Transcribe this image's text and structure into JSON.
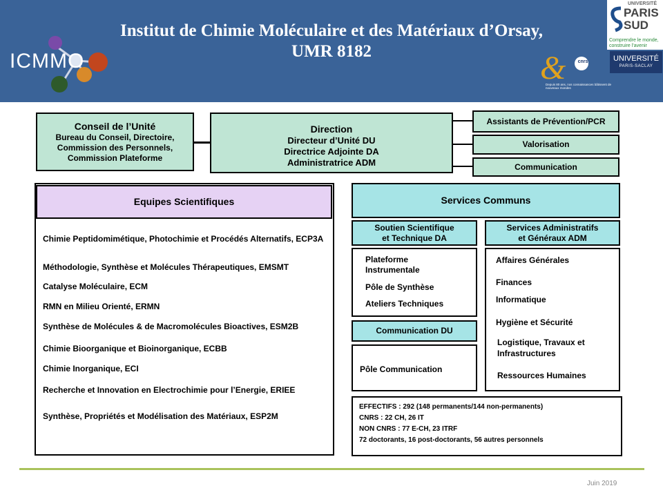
{
  "header": {
    "title_line1": "Institut de Chimie Moléculaire et des Matériaux d’Orsay,",
    "title_line2": "UMR 8182",
    "icmmo_logo_text": "ICMMO",
    "cnrs_badge": "cnrs",
    "cnrs_tagline": "Depuis 80 ans, nos connaissances bâtissent de nouveaux mondes",
    "psud": {
      "universite": "UNIVERSITÉ",
      "paris": "PARIS",
      "sud": "SUD",
      "tagline1": "Comprendre le monde,",
      "tagline2": "construire l’avenir"
    },
    "paris_saclay": {
      "line1": "UNIVERSITÉ",
      "line2": "PARIS-SACLAY"
    }
  },
  "conseil": {
    "title": "Conseil de l’Unité",
    "line1": "Bureau du Conseil, Directoire,",
    "line2": "Commission des Personnels,",
    "line3": "Commission Plateforme"
  },
  "direction": {
    "title": "Direction",
    "line1": "Directeur d’Unité DU",
    "line2": "Directrice Adjointe DA",
    "line3": "Administratrice ADM"
  },
  "side_boxes": [
    "Assistants  de Prévention/PCR",
    "Valorisation",
    "Communication"
  ],
  "equipes": {
    "title": "Equipes Scientifiques",
    "teams": [
      "Chimie Peptidomimétique, Photochimie et Procédés Alternatifs, ECP3A",
      "Méthodologie, Synthèse et Molécules Thérapeutiques, EMSMT",
      "Catalyse Moléculaire, ECM",
      "RMN en Milieu Orienté, ERMN",
      "Synthèse de Molécules & de Macromolécules Bioactives, ESM2B",
      "Chimie Bioorganique et Bioinorganique, ECBB",
      "Chimie Inorganique, ECI",
      "Recherche et Innovation en Electrochimie pour l’Energie, ERIEE",
      "Synthèse, Propriétés et Modélisation des Matériaux, ESP2M"
    ]
  },
  "services": {
    "title": "Services Communs",
    "soutien": {
      "title_line1": "Soutien Scientifique",
      "title_line2": "et Technique DA",
      "items": [
        "Plateforme Instrumentale",
        "Pôle de Synthèse",
        "Ateliers Techniques"
      ]
    },
    "admin": {
      "title_line1": "Services Administratifs",
      "title_line2": "et Généraux ADM",
      "items": [
        "Affaires Générales",
        "Finances",
        "Informatique",
        "Hygiène et Sécurité",
        "Logistique, Travaux et Infrastructures",
        "Ressources  Humaines"
      ]
    },
    "communication": {
      "title": "Communication DU",
      "item": "Pôle Communication"
    }
  },
  "effectifs": [
    "EFFECTIFS  : 292 (148 permanents/144 non-permanents)",
    "CNRS : 22 CH, 26 IT",
    "NON CNRS : 77 E-CH, 23 ITRF",
    "72 doctorants, 16 post-doctorants, 56 autres personnels"
  ],
  "footer": {
    "date": "Juin 2019",
    "rule_color": "#a9c25b"
  },
  "colors": {
    "header": "#3a6398",
    "green": "#bfe5d4",
    "cyan": "#a6e4e6",
    "purple": "#e6d2f4"
  }
}
